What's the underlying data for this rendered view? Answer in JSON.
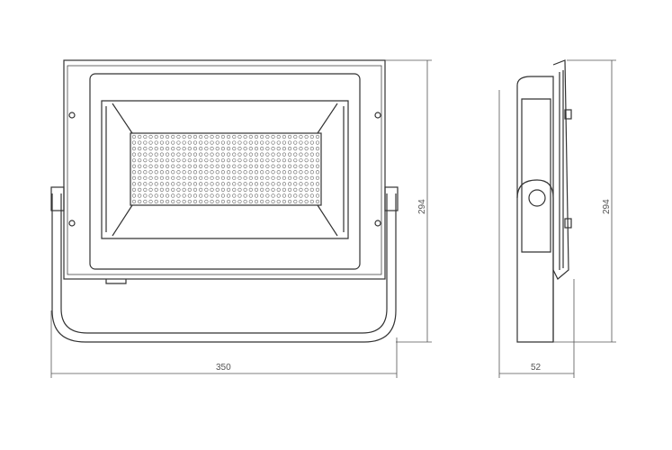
{
  "drawing": {
    "front_view": {
      "width_label": "350",
      "height_label": "294",
      "led_rows": 12,
      "led_cols": 34
    },
    "side_view": {
      "depth_label": "52",
      "height_label": "294"
    }
  }
}
